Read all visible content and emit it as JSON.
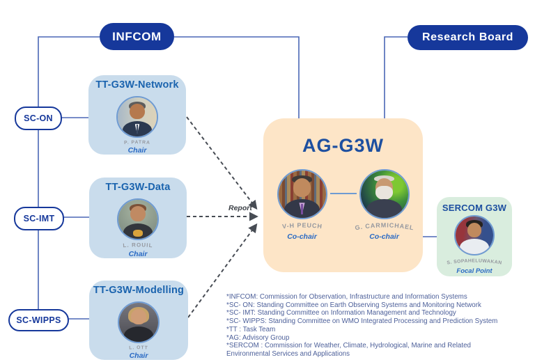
{
  "colors": {
    "navy_pill": "#16389b",
    "connector_blue": "#4a67b5",
    "tt_card_bg": "#c9dcec",
    "ag_card_bg": "#fde5c7",
    "sercom_card_bg": "#d9edde",
    "tt_title_blue": "#1a63ae",
    "ag_title_blue": "#1d4fa0",
    "role_blue": "#2a6ac4",
    "person_name_gray": "#95989f",
    "arrow_gray": "#474c54",
    "footnote_slate": "#4c5f99",
    "photo_ring_blue": "#6f9bd2"
  },
  "top_pills": {
    "infcom": "INFCOM",
    "research_board": "Research Board"
  },
  "sc_pills": [
    {
      "label": "SC-ON"
    },
    {
      "label": "SC-IMT"
    },
    {
      "label": "SC-WIPPS"
    }
  ],
  "tt_cards": [
    {
      "title": "TT-G3W-Network",
      "person": {
        "name": "P. PATRA",
        "role": "Chair",
        "photo": "portrait-p-patra"
      }
    },
    {
      "title": "TT-G3W-Data",
      "person": {
        "name": "L. ROUIL",
        "role": "Chair",
        "photo": "portrait-l-rouil"
      }
    },
    {
      "title": "TT-G3W-Modelling",
      "person": {
        "name": "L. OTT",
        "role": "Chair",
        "photo": "portrait-l-ott"
      }
    }
  ],
  "ag_card": {
    "title": "AG-G3W",
    "members": [
      {
        "name": "V-H PEUCH",
        "role": "Co-chair",
        "photo": "portrait-vh-peuch"
      },
      {
        "name": "G. CARMICHAEL",
        "role": "Co-chair",
        "photo": "portrait-g-carmichael"
      }
    ]
  },
  "sercom_card": {
    "title": "SERCOM G3W",
    "person": {
      "name": "S. SOPAHELUWAKAN",
      "role": "Focal Point",
      "photo": "portrait-s-sopaheluwakan"
    }
  },
  "report_label": "Report",
  "footnotes": {
    "lines": [
      "*INFCOM: Commission for Observation, Infrastructure and Information Systems",
      "*SC- ON: Standing Committee on Earth Observing Systems and Monitoring Network",
      "*SC- IMT: Standing Committee on Information Management and Technology",
      "*SC- WIPPS: Standing Committee on WMO Integrated Processing and Prediction System",
      "*TT : Task Team",
      "*AG: Advisory Group",
      "*SERCOM :  Commission for Weather, Climate, Hydrological, Marine and Related",
      "Environmental Services and Applications"
    ]
  }
}
